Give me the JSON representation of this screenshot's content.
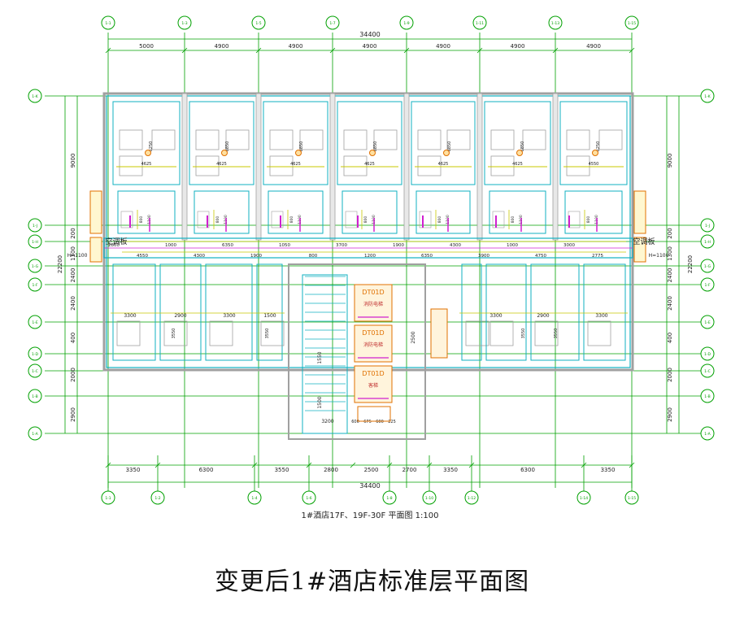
{
  "drawing": {
    "caption": "1#酒店17F、19F-30F 平面图 1:100",
    "big_title": "变更后1#酒店标准层平面图",
    "top_overall": "34400",
    "bottom_overall": "34400",
    "top_dims": [
      "5000",
      "4900",
      "4900",
      "4900",
      "4900",
      "4900",
      "4900"
    ],
    "bottom_dims": [
      "3350",
      "6300",
      "3550",
      "2800",
      "2500",
      "2700",
      "3350",
      "6300",
      "3350"
    ],
    "left_overall": "22200",
    "right_overall": "22200",
    "left_dims": [
      "9000",
      "200",
      "1300",
      "2400",
      "2400",
      "400",
      "2000",
      "2900"
    ],
    "right_dims": [
      "9000",
      "200",
      "1300",
      "2400",
      "2400",
      "400",
      "2000",
      "2900"
    ],
    "top_axes": [
      "1-1",
      "1-3",
      "1-5",
      "1-7",
      "1-9",
      "1-11",
      "1-13",
      "1-15"
    ],
    "bottom_axes": [
      "1-1",
      "1-2",
      "1-4",
      "1-6",
      "1-8",
      "1-10",
      "1-12",
      "1-14",
      "1-15"
    ],
    "side_axes": [
      "1-K",
      "1-J",
      "1-H",
      "1-G",
      "1-F",
      "1-E",
      "1-D",
      "1-C",
      "1-B",
      "1-A"
    ],
    "ac_left": "空调板",
    "ac_right": "空调板",
    "h_note": "H=1100",
    "corridor_dims": [
      "2800",
      "4550",
      "1000",
      "4300",
      "6350",
      "1900",
      "1050",
      "800",
      "3700",
      "1200",
      "1900",
      "6350",
      "4300",
      "3900",
      "1000",
      "4750",
      "3000",
      "2775"
    ],
    "room_dims_top": [
      "4625",
      "4625",
      "4625",
      "4625",
      "4625",
      "4625",
      "4550"
    ],
    "room_deep": [
      "6250",
      "6850",
      "6850",
      "6850",
      "6850",
      "6850",
      "6250"
    ],
    "lower_room_dims": [
      "3300",
      "2900",
      "3300",
      "1500",
      "2500",
      "1100",
      "3300",
      "2900",
      "3300"
    ],
    "core_labels": [
      "DT01D",
      "DT01D",
      "DT01D"
    ],
    "core_notes": [
      "消防电梯",
      "消防电梯",
      "客梯"
    ],
    "core_dims": [
      "3200",
      "600",
      "675",
      "600",
      "225",
      "1550",
      "1500"
    ]
  }
}
